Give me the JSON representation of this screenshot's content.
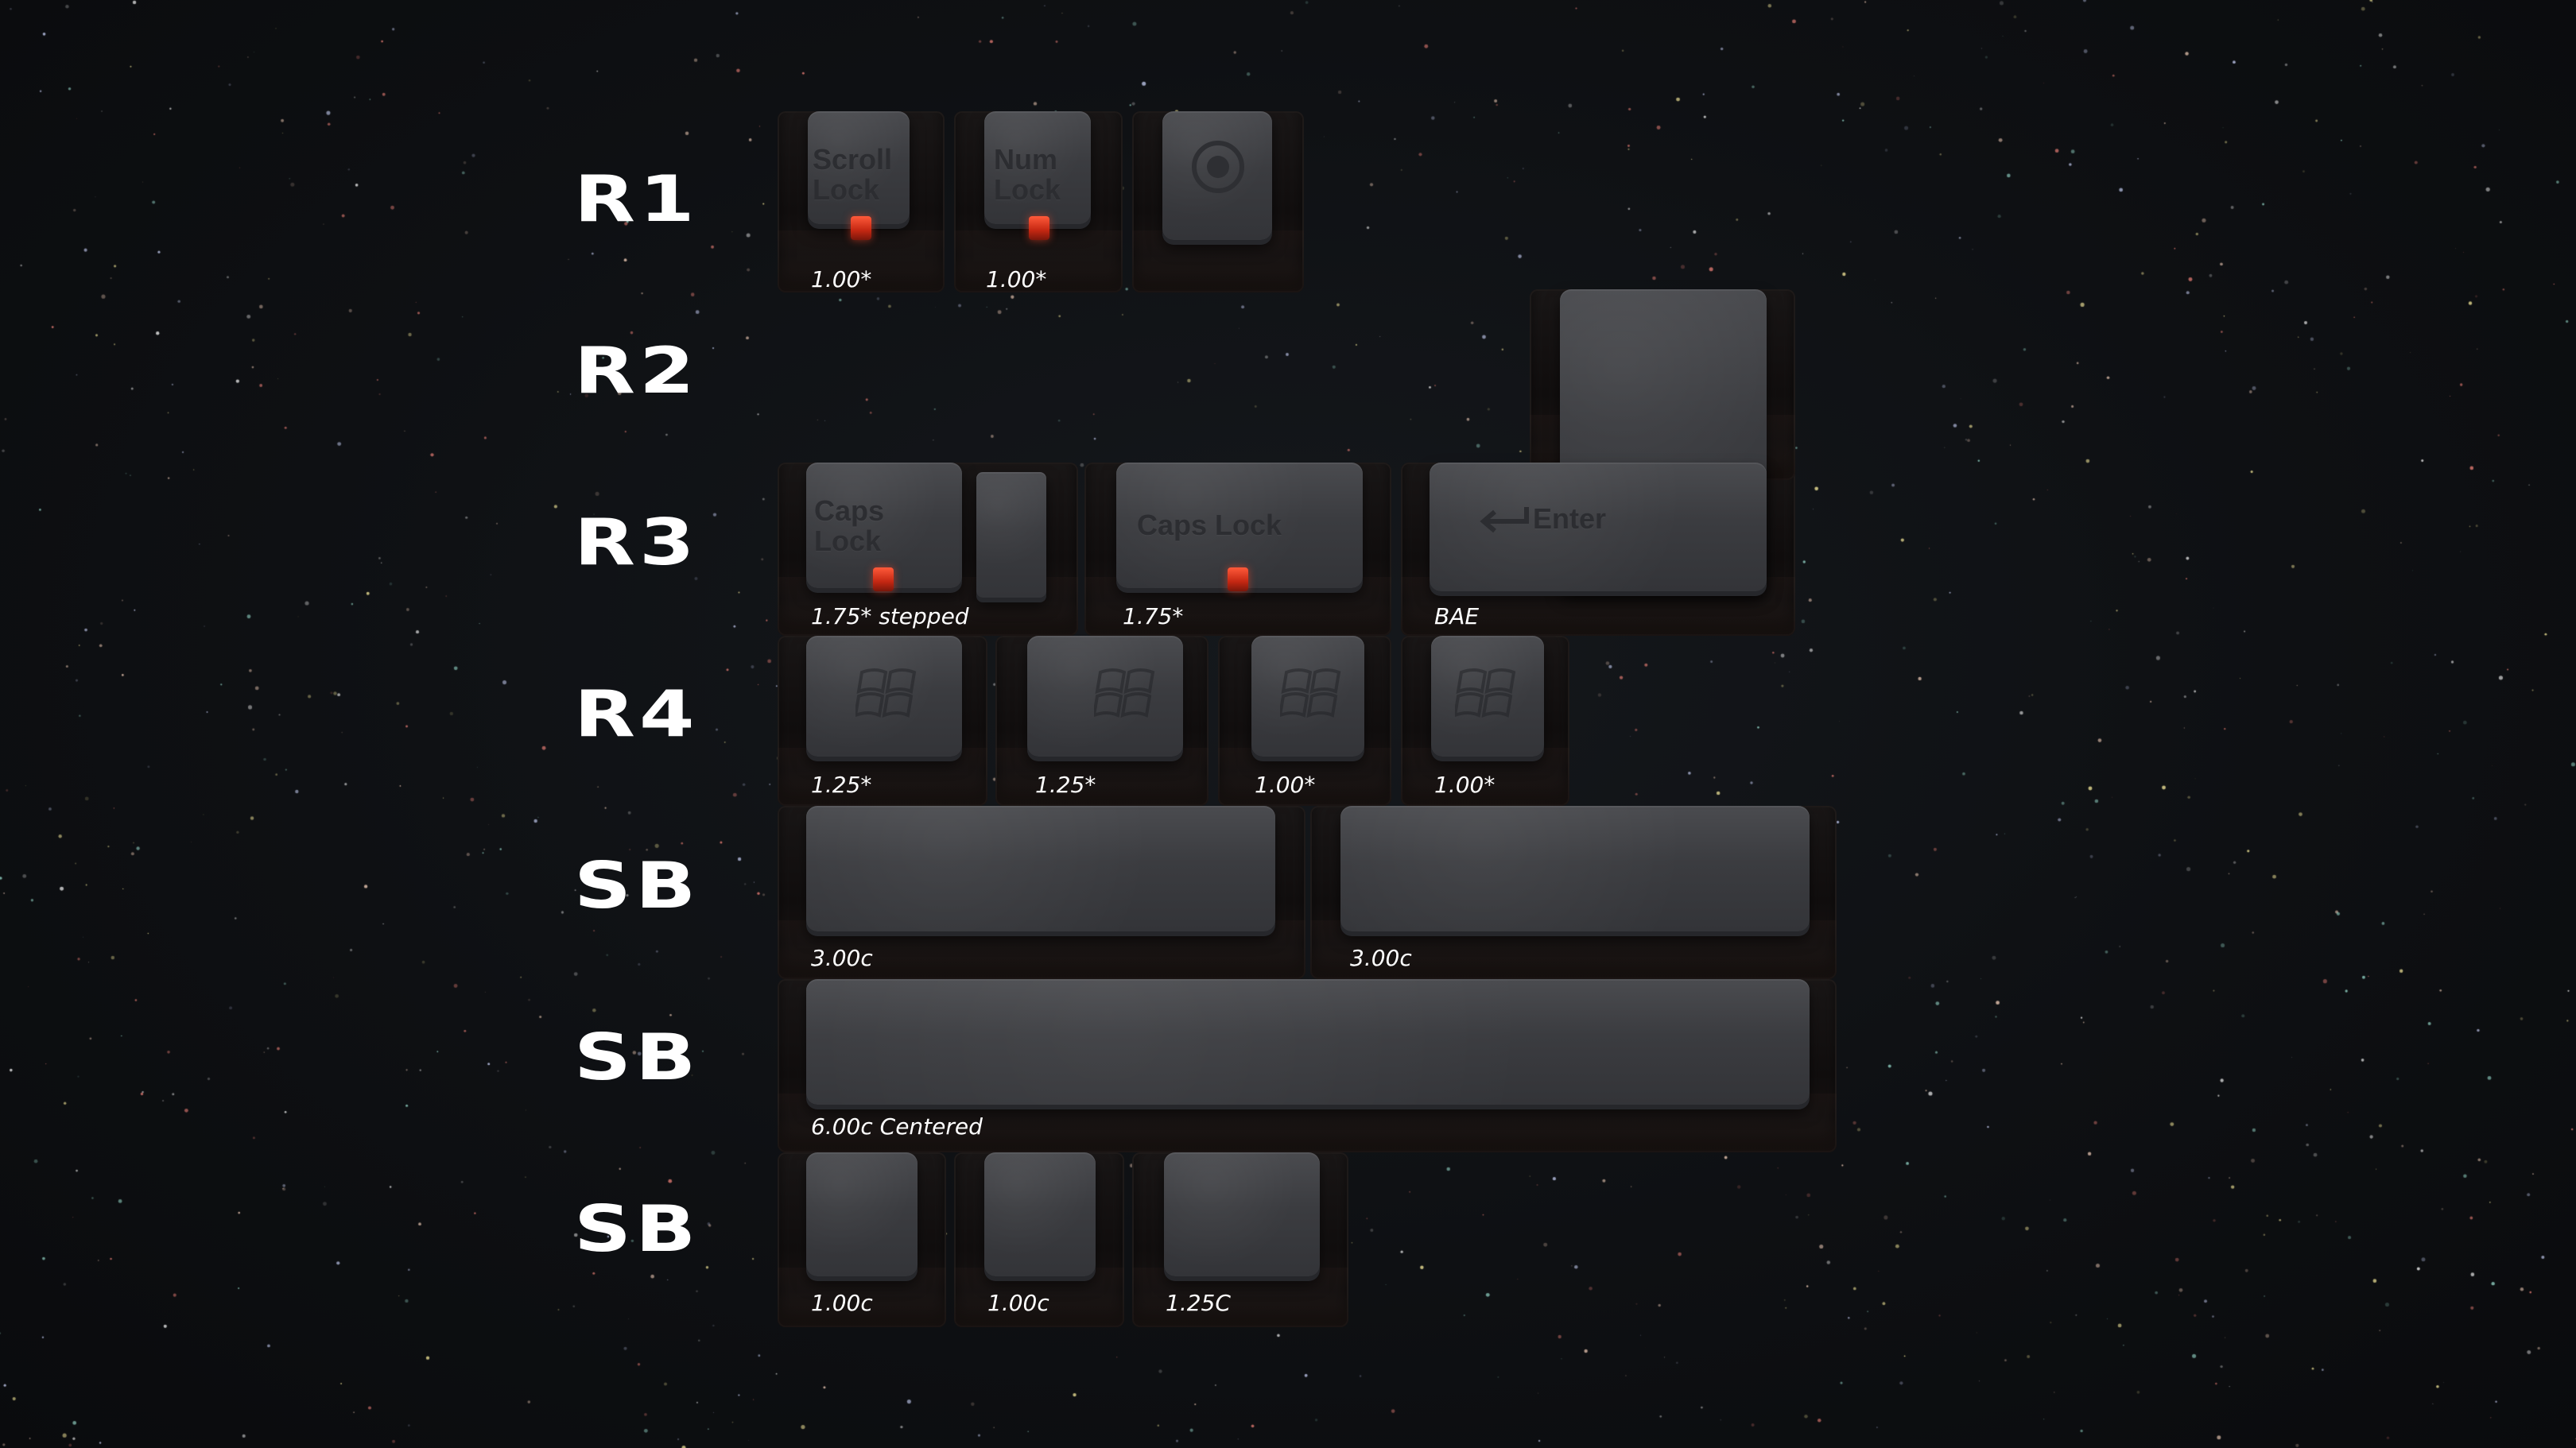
{
  "colors": {
    "background": "#0e1013",
    "cap_top": "#3e3f43",
    "led": "#d23218",
    "label_text": "#ffffff"
  },
  "rows": [
    "R1",
    "R2",
    "R3",
    "R4",
    "SB",
    "SB",
    "SB"
  ],
  "keys": {
    "r1_scroll": {
      "legend": "Scroll\nLock",
      "size": "1.00*"
    },
    "r1_num": {
      "legend": "Num\nLock",
      "size": "1.00*"
    },
    "r1_blank": {
      "icon": "round-emblem-icon"
    },
    "r2_enter": {
      "legend": "Enter",
      "size": "BAE"
    },
    "r3_caps_stepped": {
      "legend": "Caps\nLock",
      "size": "1.75* stepped"
    },
    "r3_caps": {
      "legend": "Caps Lock",
      "size": "1.75*"
    },
    "r4_win1": {
      "icon": "windows-logo-icon",
      "size": "1.25*"
    },
    "r4_win2": {
      "icon": "windows-logo-icon",
      "size": "1.25*"
    },
    "r4_win3": {
      "icon": "windows-logo-icon",
      "size": "1.00*"
    },
    "r4_win4": {
      "icon": "windows-logo-icon",
      "size": "1.00*"
    },
    "sb_3a": {
      "size": "3.00c"
    },
    "sb_3b": {
      "size": "3.00c"
    },
    "sb_6": {
      "size": "6.00c Centered"
    },
    "sb_1a": {
      "size": "1.00c"
    },
    "sb_1b": {
      "size": "1.00c"
    },
    "sb_125": {
      "size": "1.25C"
    }
  }
}
